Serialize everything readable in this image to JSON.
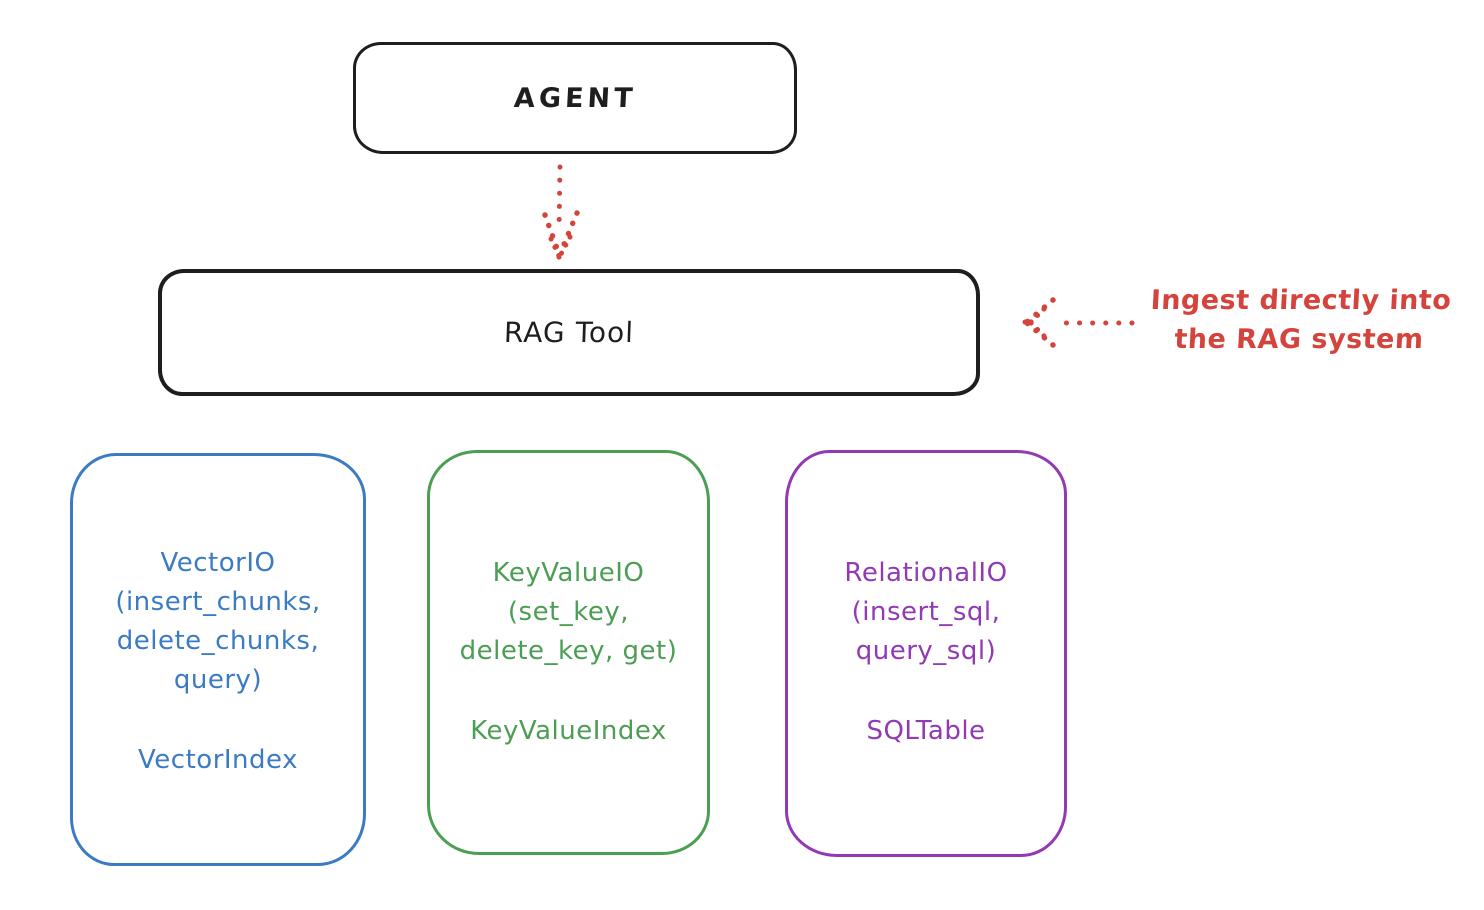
{
  "diagram": {
    "title_hint": "RAG Tool architecture sketch",
    "agent_box": {
      "label": "AGENT"
    },
    "rag_box": {
      "label": "RAG Tool"
    },
    "annotation": {
      "line1": "Ingest directly into",
      "line2": "the RAG system"
    },
    "modules": [
      {
        "name": "vector-io",
        "lines": [
          "VectorIO",
          "(insert_chunks,",
          "delete_chunks,",
          "query)"
        ],
        "index_label": "VectorIndex"
      },
      {
        "name": "keyvalue-io",
        "lines": [
          "KeyValueIO",
          "(set_key,",
          "delete_key, get)"
        ],
        "index_label": "KeyValueIndex"
      },
      {
        "name": "relational-io",
        "lines": [
          "RelationalIO",
          "(insert_sql,",
          "query_sql)"
        ],
        "index_label": "SQLTable"
      }
    ],
    "colors": {
      "ink": "#1e1e1e",
      "red": "#d5443c",
      "blue": "#3b7bc4",
      "green": "#4b9e53",
      "purple": "#9239b5",
      "background": "#ffffff"
    }
  }
}
